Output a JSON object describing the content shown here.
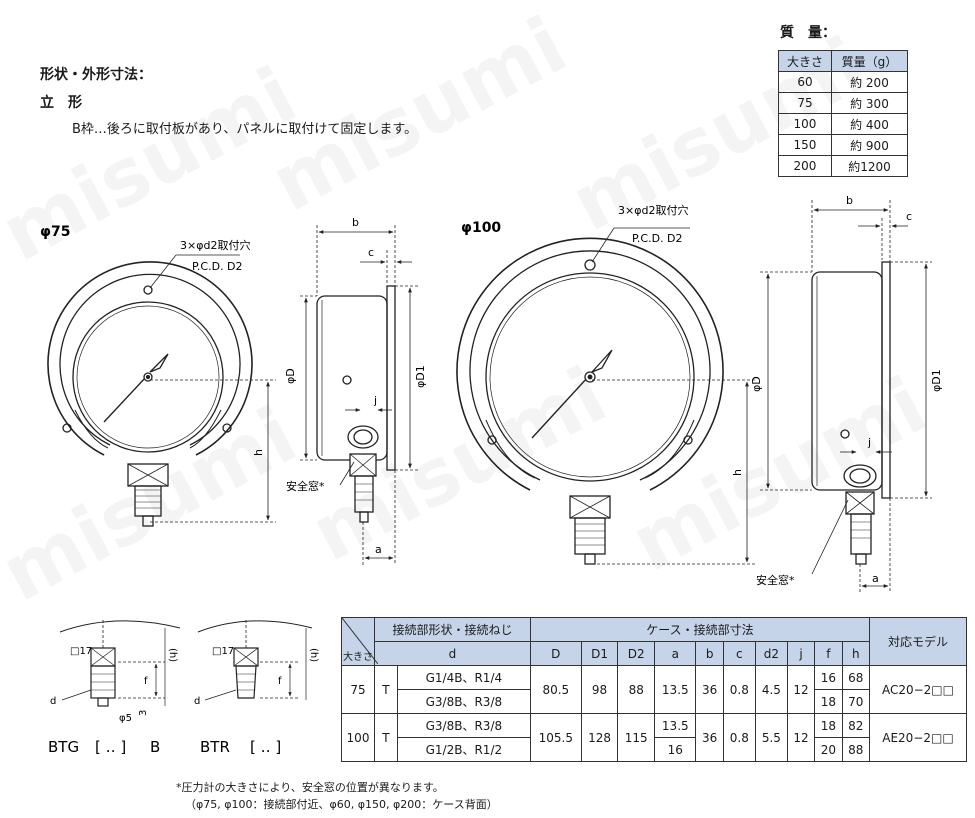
{
  "header": {
    "shape_title": "形状・外形寸法：",
    "orientation": "立　形",
    "frame_desc": "B枠…後ろに取付板があり、パネルに取付けて固定します。"
  },
  "mass": {
    "title": "質　量：",
    "col_size": "大きさ",
    "col_mass": "質量（g）",
    "rows": [
      {
        "size": "60",
        "mass": "約 200"
      },
      {
        "size": "75",
        "mass": "約 300"
      },
      {
        "size": "100",
        "mass": "約 400"
      },
      {
        "size": "150",
        "mass": "約 900"
      },
      {
        "size": "200",
        "mass": "約1200"
      }
    ]
  },
  "drawing75": {
    "title": "φ75",
    "hole_label": "3×φd2取付穴",
    "pcd_label": "P.C.D. D2",
    "dim_b": "b",
    "dim_c": "c",
    "dim_D": "φD",
    "dim_D1": "φD1",
    "dim_j": "j",
    "dim_h": "h",
    "dim_a": "a",
    "window_label": "安全窓*"
  },
  "drawing100": {
    "title": "φ100",
    "hole_label": "3×φd2取付穴",
    "pcd_label": "P.C.D. D2",
    "dim_b": "b",
    "dim_c": "c",
    "dim_D": "φD",
    "dim_D1": "φD1",
    "dim_j": "j",
    "dim_h": "h",
    "dim_a": "a",
    "window_label": "安全窓*"
  },
  "connectors": {
    "btg_sq": "□17",
    "btg_d": "d",
    "btg_f": "f",
    "btg_h": "(h)",
    "btg_phi": "φ5",
    "btg_3": "3",
    "btg_label_a": "BTG",
    "btg_label_b": "B",
    "btr_sq": "□17",
    "btr_d": "d",
    "btr_f": "f",
    "btr_h": "(h)",
    "btr_label": "BTR"
  },
  "spec": {
    "h_conn": "接続部形状・接続ねじ",
    "h_case": "ケース・接続部寸法",
    "h_model": "対応モデル",
    "h_size": "大きさ",
    "cols": [
      "d",
      "D",
      "D1",
      "D2",
      "a",
      "b",
      "c",
      "d2",
      "j",
      "f",
      "h"
    ],
    "rows": [
      {
        "size": "75",
        "type": "T",
        "d1": "G1/4B、R1/4",
        "d2": "G3/8B、R3/8",
        "D": "80.5",
        "D1": "98",
        "D2": "88",
        "a1": "13.5",
        "a2": "",
        "b": "36",
        "c": "0.8",
        "dd2": "4.5",
        "j": "12",
        "f1": "16",
        "h1": "68",
        "f2": "18",
        "h2": "70",
        "model": "AC20−2□□"
      },
      {
        "size": "100",
        "type": "T",
        "d1": "G3/8B、R3/8",
        "d2": "G1/2B、R1/2",
        "D": "105.5",
        "D1": "128",
        "D2": "115",
        "a1": "13.5",
        "a2": "16",
        "b": "36",
        "c": "0.8",
        "dd2": "5.5",
        "j": "12",
        "f1": "18",
        "h1": "82",
        "f2": "20",
        "h2": "88",
        "model": "AE20−2□□"
      }
    ]
  },
  "notes": {
    "line1": "*圧力計の大きさにより、安全窓の位置が異なります。",
    "line2": "（φ75, φ100：接続部付近、φ60, φ150, φ200：ケース背面）"
  },
  "watermark": "misumi"
}
